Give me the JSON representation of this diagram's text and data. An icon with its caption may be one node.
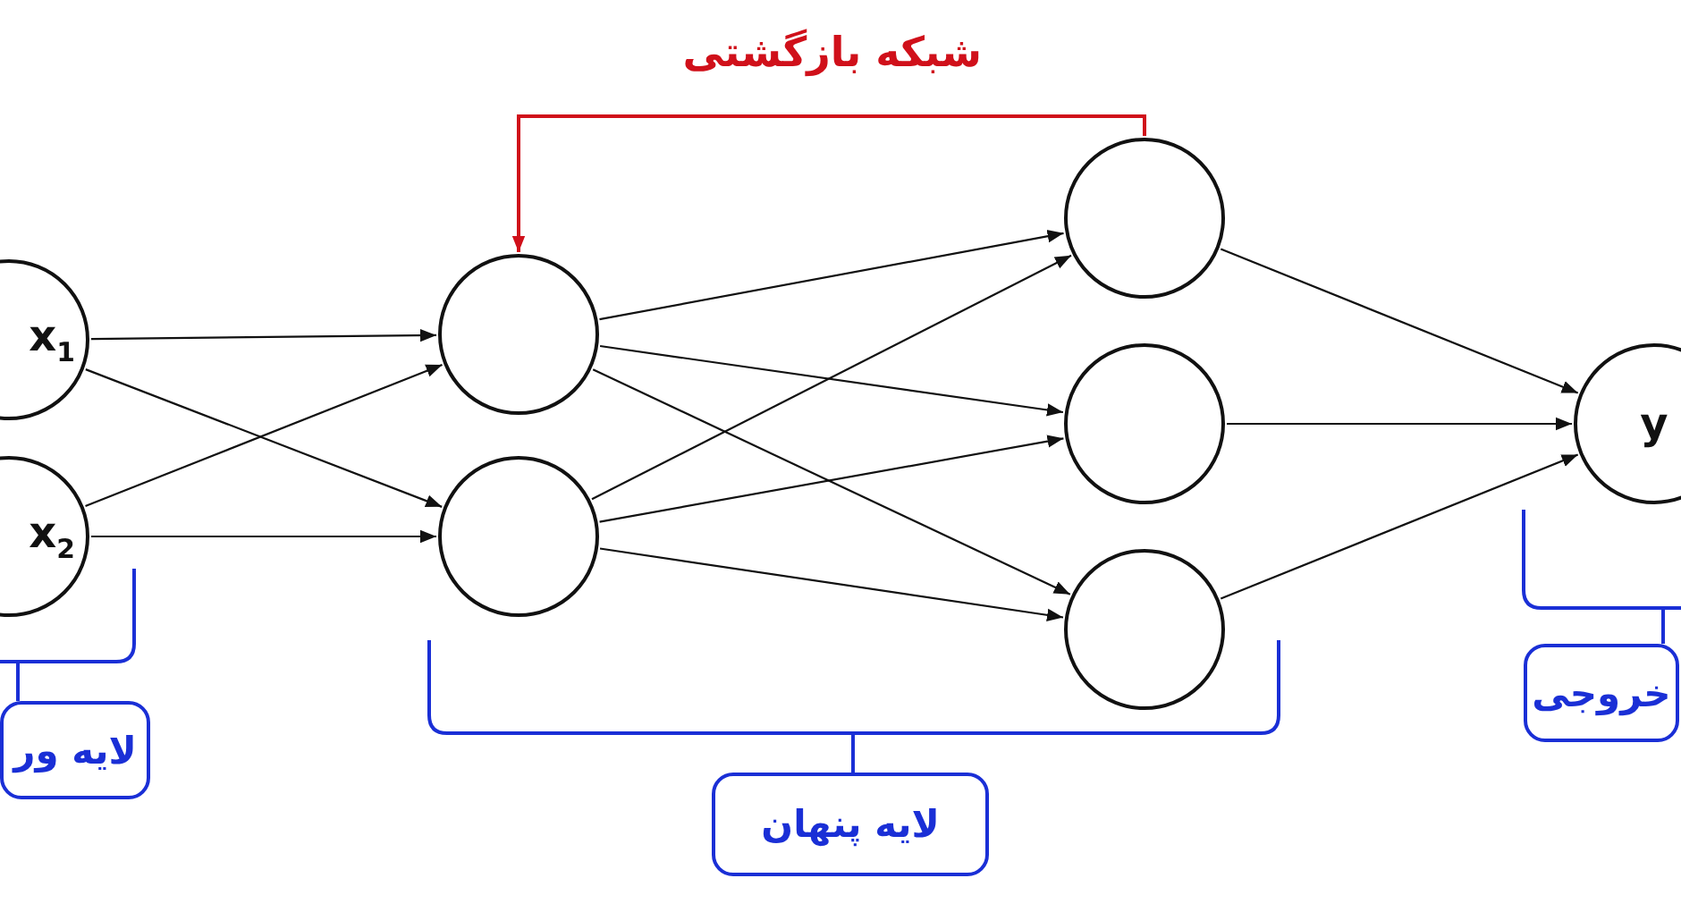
{
  "diagram": {
    "nodes": [
      {
        "text": [
          "x$_{1}$"
        ]
      },
      {
        "text": [
          "x$_{2}$"
        ]
      },
      {
        "text": [],
        "shape": "circle"
      },
      {
        "text": [],
        "shape": "circle"
      },
      {
        "text": [],
        "shape": "circle"
      },
      {
        "text": [],
        "shape": "circle"
      },
      {
        "text": [],
        "shape": "circle"
      },
      {
        "text": [
          "y"
        ]
      },
      {
        "text": [
          "لایه ور"
        ]
      },
      {
        "text": [
          "لایه پنهان"
        ]
      },
      {
        "text": [
          "خروجی"
        ]
      }
    ],
    "edges": [
      {
        "from": 0,
        "to": 2,
        "arrow": "to"
      },
      {
        "from": 0,
        "to": 3,
        "arrow": "to"
      },
      {
        "from": 1,
        "to": 2,
        "arrow": "to"
      },
      {
        "from": 1,
        "to": 3,
        "arrow": "to"
      },
      {
        "from": 2,
        "to": 4,
        "arrow": "to"
      },
      {
        "from": 2,
        "to": 5,
        "arrow": "to"
      },
      {
        "from": 2,
        "to": 6,
        "arrow": "to"
      },
      {
        "from": 3,
        "to": 4,
        "arrow": "to"
      },
      {
        "from": 3,
        "to": 5,
        "arrow": "to"
      },
      {
        "from": 3,
        "to": 6,
        "arrow": "to"
      },
      {
        "from": 4,
        "to": 7,
        "arrow": "to"
      },
      {
        "from": 5,
        "to": 7,
        "arrow": "to"
      },
      {
        "from": 6,
        "to": 7,
        "arrow": "to"
      },
      {
        "from": 4,
        "to": 2,
        "arrow": "to",
        "label": "شبکه بازگشتی",
        "color": "#d0101a"
      }
    ]
  }
}
